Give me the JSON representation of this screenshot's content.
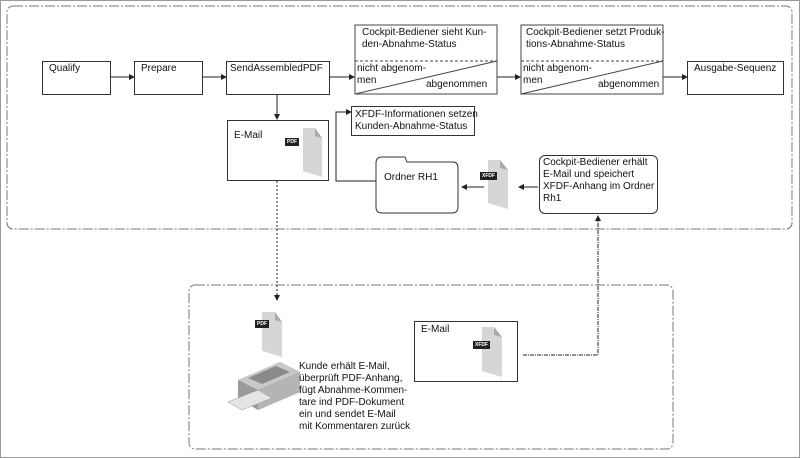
{
  "diagram": {
    "steps": {
      "qualify": "Qualify",
      "prepare": "Prepare",
      "send": "SendAssembledPDF",
      "output": "Ausgabe-Sequenz"
    },
    "decision1": {
      "title": "Cockpit-Bediener sieht Kun-\nden-Abnahme-Status",
      "no": "nicht abgenom-\nmen",
      "yes": "abgenommen"
    },
    "decision2": {
      "title": "Cockpit-Bediener setzt Produk-\ntions-Abnahme-Status",
      "no": "nicht abgenom-\nmen",
      "yes": "abgenommen"
    },
    "xfdf_info": "XFDF-Informationen setzen\nKunden-Abnahme-Status",
    "email_box": "E-Mail",
    "folder": "Ordner RH1",
    "operator_receives": "Cockpit-Bediener erhält\nE-Mail und speichert\nXFDF-Anhang im Ordner\nRh1",
    "customer_text": "Kunde erhält E-Mail,\nüberprüft PDF-Anhang,\nfügt Abnahme-Kommen-\ntare ind PDF-Dokument\nein und sendet E-Mail\nmit Kommentaren zurück",
    "customer_email_box": "E-Mail",
    "tags": {
      "pdf": "PDF",
      "xfdf": "XFDF"
    }
  }
}
